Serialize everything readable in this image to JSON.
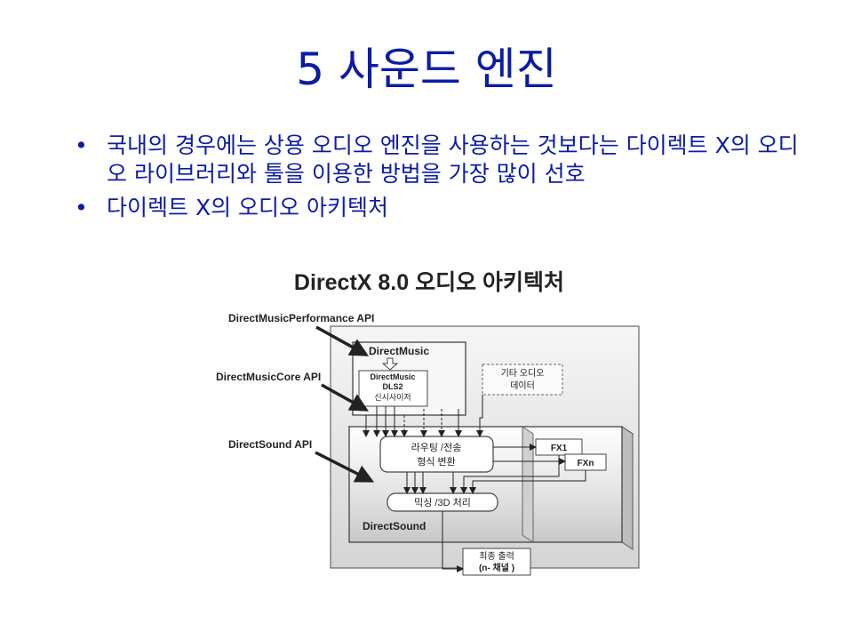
{
  "slide": {
    "title": "5 사운드 엔진",
    "bullets": [
      "국내의 경우에는 상용 오디오 엔진을 사용하는 것보다는 다이렉트 X의 오디오 라이브러리와 툴을 이용한 방법을 가장 많이 선호",
      "다이렉트 X의 오디오 아키텍처"
    ],
    "bullet_symbol": "•"
  },
  "diagram": {
    "title": "DirectX 8.0 오디오 아키텍처",
    "api_labels": {
      "performance": "DirectMusicPerformance API",
      "core": "DirectMusicCore API",
      "sound": "DirectSound API"
    },
    "directmusic": {
      "label": "DirectMusic",
      "synth_line1": "DirectMusic",
      "synth_line2": "DLS2",
      "synth_line3": "신시사이저"
    },
    "other_audio": {
      "line1": "기타 오디오",
      "line2": "데이터"
    },
    "routing": {
      "line1": "라우팅 /전송",
      "line2": "형식 변환"
    },
    "fx1": "FX1",
    "fxn": "FXn",
    "mixing": "믹싱 /3D 처리",
    "directsound": "DirectSound",
    "final_output": {
      "line1": "최종 출력",
      "line2": "(n- 채널 )"
    }
  },
  "colors": {
    "title_blue": "#0b1ca6",
    "diagram_ink": "#222222"
  }
}
